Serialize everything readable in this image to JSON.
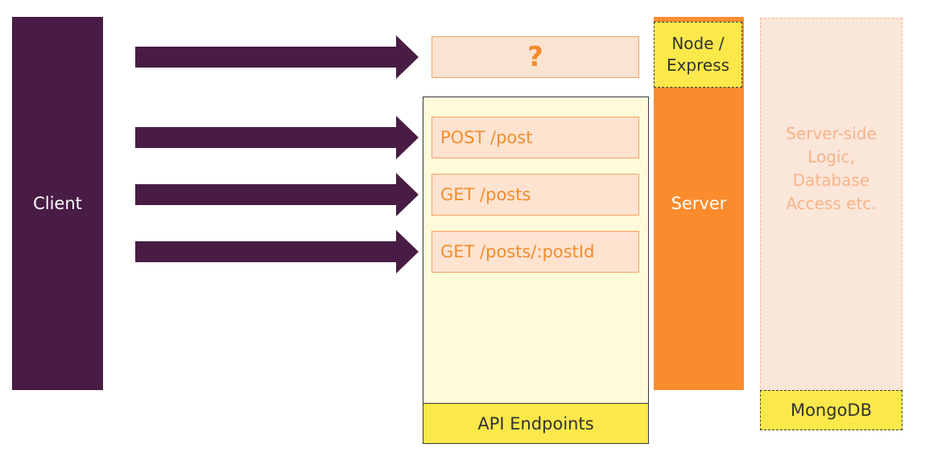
{
  "client": {
    "label": "Client"
  },
  "endpoints": {
    "unknown": "?",
    "items": [
      {
        "label": "POST /post"
      },
      {
        "label": "GET /posts"
      },
      {
        "label": "GET /posts/:postId"
      }
    ],
    "panel_label": "API Endpoints"
  },
  "server": {
    "label": "Server",
    "framework_line1": "Node /",
    "framework_line2": "Express"
  },
  "backend": {
    "line1": "Server-side",
    "line2": "Logic,",
    "line3": "Database",
    "line4": "Access etc.",
    "db_label": "MongoDB"
  },
  "colors": {
    "client": "#481c44",
    "arrow": "#481c44",
    "server": "#fb8c2e",
    "endpoint_fill": "#fde3d0",
    "endpoint_text": "#f28c2e",
    "label_yellow": "#fbe84a",
    "panel_yellow": "#fffbda",
    "logic_fill": "#fbe6da"
  }
}
